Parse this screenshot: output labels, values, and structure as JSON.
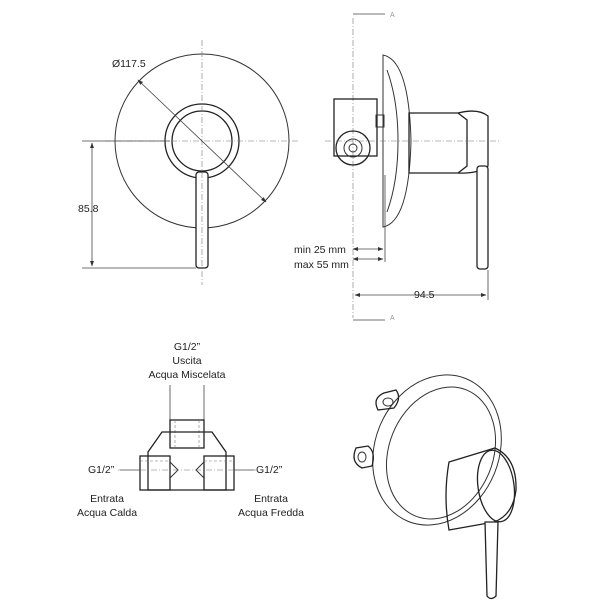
{
  "front_view": {
    "diameter": "Ø117.5",
    "height": "85.8"
  },
  "side_view": {
    "section_top": "A",
    "section_bottom": "A",
    "depth_min": "min 25 mm",
    "depth_max": "max 55 mm",
    "length": "94.5"
  },
  "body_view": {
    "outlet": {
      "thread": "G1/2”",
      "name": "Uscita",
      "description": "Acqua Miscelata"
    },
    "inlet_hot": {
      "thread": "G1/2”",
      "name": "Entrata",
      "description": "Acqua Calda"
    },
    "inlet_cold": {
      "thread": "G1/2”",
      "name": "Entrata",
      "description": "Acqua Fredda"
    }
  }
}
